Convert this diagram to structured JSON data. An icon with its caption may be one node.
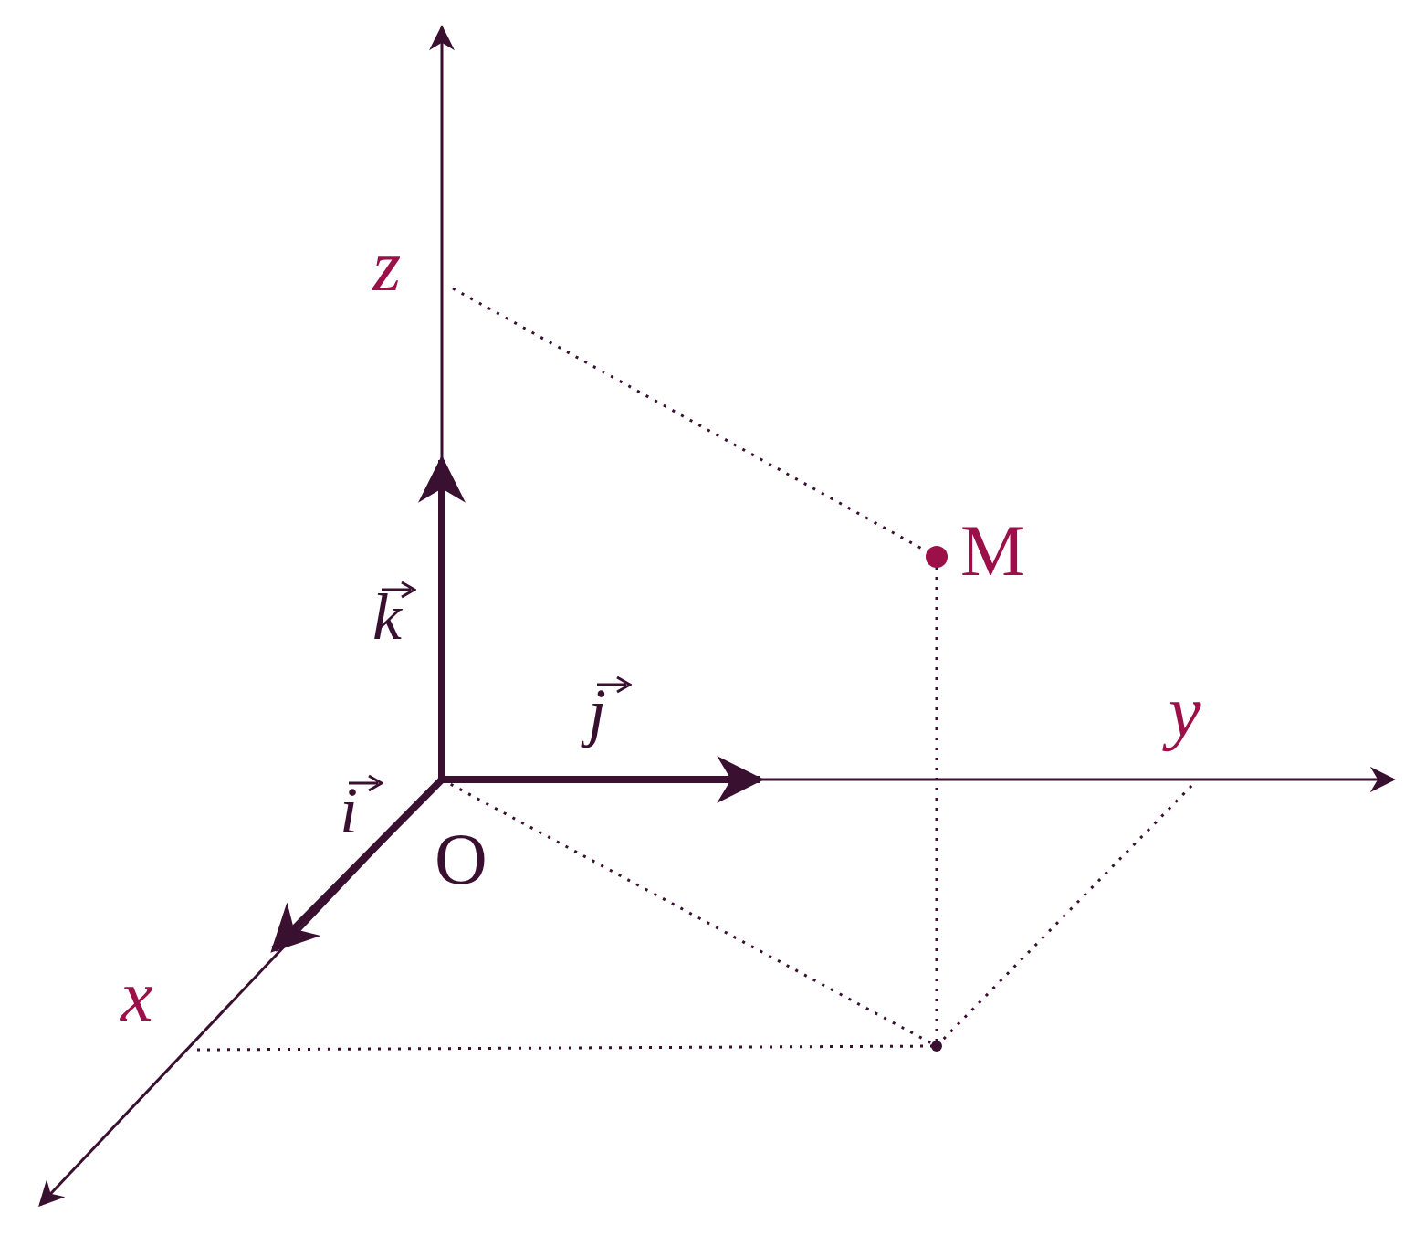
{
  "diagram": {
    "nodes": [
      {
        "text": [
          "O"
        ]
      },
      {
        "text": [
          "M"
        ]
      },
      {
        "text": [
          "x"
        ]
      },
      {
        "text": [
          "y"
        ]
      },
      {
        "text": [
          "z"
        ]
      },
      {
        "text": [],
        "shape": "point"
      }
    ],
    "edges": [
      {
        "from": 4,
        "to": 1,
        "arrow": "none",
        "style": "dashed"
      },
      {
        "from": 1,
        "to": 5,
        "arrow": "none",
        "style": "dashed"
      },
      {
        "from": 0,
        "to": 5,
        "arrow": "none",
        "style": "dashed"
      },
      {
        "from": 2,
        "to": 5,
        "arrow": "none",
        "style": "dashed"
      },
      {
        "from": 5,
        "to": 3,
        "arrow": "none",
        "style": "dashed"
      }
    ],
    "labels": [
      "k",
      "j",
      "i"
    ]
  }
}
